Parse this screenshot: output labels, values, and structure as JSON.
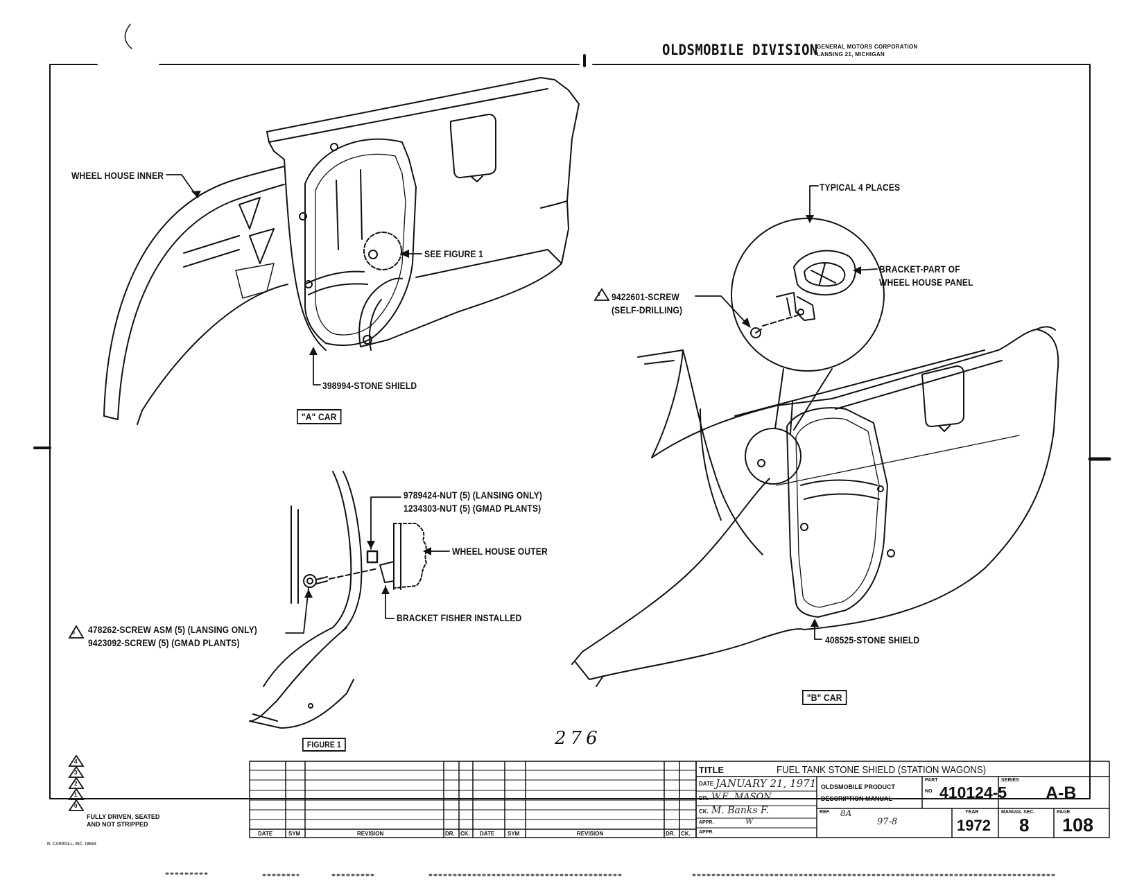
{
  "header": {
    "division": "OLDSMOBILE DIVISION",
    "corp_line1": "GENERAL MOTORS CORPORATION",
    "corp_line2": "LANSING 21, MICHIGAN"
  },
  "callouts": {
    "wheel_house_inner": "WHEEL HOUSE INNER",
    "see_figure_1": "SEE FIGURE 1",
    "stone_shield_a": "398994-STONE SHIELD",
    "a_car": "\"A\" CAR",
    "typical_4_places": "TYPICAL 4 PLACES",
    "bracket_line1": "BRACKET-PART OF",
    "bracket_line2": "WHEEL HOUSE PANEL",
    "screw_9422601": "9422601-SCREW",
    "self_drilling": "(SELF-DRILLING)",
    "nut_lansing": "9789424-NUT (5) (LANSING ONLY)",
    "nut_gmad": "1234303-NUT (5) (GMAD PLANTS)",
    "wheel_house_outer": "WHEEL HOUSE OUTER",
    "bracket_fisher": "BRACKET FISHER INSTALLED",
    "screw_asm_lansing": "478262-SCREW ASM (5) (LANSING ONLY)",
    "screw_gmad": "9423092-SCREW (5) (GMAD PLANTS)",
    "stone_shield_b": "408525-STONE SHIELD",
    "b_car": "\"B\" CAR",
    "figure_1": "FIGURE 1",
    "warning_marker": "0"
  },
  "page_number": "276",
  "legend": {
    "markers": [
      "4",
      "3",
      "2",
      "1",
      "0"
    ],
    "fully_driven_line1": "FULLY DRIVEN, SEATED",
    "fully_driven_line2": "AND NOT STRIPPED",
    "printer": "R. CARROLL, INC. 19684"
  },
  "revision_table": {
    "columns": [
      "DATE",
      "SYM",
      "REVISION",
      "DR.",
      "CK.",
      "DATE",
      "SYM",
      "REVISION",
      "DR.",
      "CK."
    ]
  },
  "title_block": {
    "title_label": "TITLE",
    "title": "FUEL TANK STONE SHIELD (STATION WAGONS)",
    "date_label": "DATE",
    "date_value": "JANUARY 21, 1971",
    "dr_label": "DR.",
    "dr_value": "W.E. MASON",
    "ck_label": "CK.",
    "ck_value": "M. Banks F.",
    "appr_label": "APPR.",
    "appr_value": "W",
    "appr2_label": "APPR.",
    "manual_line1": "OLDSMOBILE PRODUCT",
    "manual_line2": "DESCRIPTION MANUAL",
    "part_label": "PART",
    "no_label": "NO.",
    "part_no": "410124-5",
    "series_label": "SERIES",
    "series": "A-B",
    "ref_label": "REF.",
    "ref_value": "8A",
    "ref_value2": "97-8",
    "year_label": "YEAR",
    "year": "1972",
    "manual_sec_label": "MANUAL SEC.",
    "manual_sec": "8",
    "page_label": "PAGE",
    "page": "108"
  },
  "colors": {
    "ink": "#111111",
    "paper": "#ffffff"
  }
}
